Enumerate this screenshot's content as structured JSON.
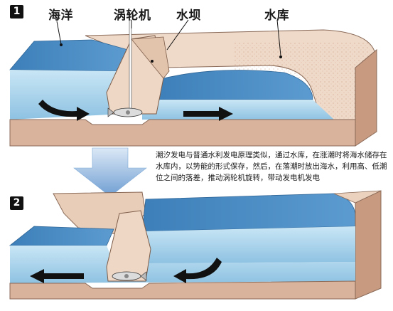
{
  "steps": [
    "1",
    "2"
  ],
  "labels": {
    "sea": "海洋",
    "turbine": "涡轮机",
    "dam": "水坝",
    "reservoir": "水库"
  },
  "caption": "潮汐发电与普通水利发电原理类似，通过水库，在涨潮时将海水储存在水库内，以势能的形式保存，然后，在落潮时放出海水，利用高、低潮位之间的落差，推动涡轮机旋转，带动发电机发电",
  "colors": {
    "water_surface": "#4f8fc6",
    "water_body": "#a9d4ec",
    "earth": "#d9b39b",
    "earth_dark": "#c89a80",
    "arrow_black": "#111111",
    "transition_arrow": "#7fa9d6"
  },
  "icons": [
    "flow-arrow-icon",
    "turbine-icon",
    "down-arrow-icon"
  ]
}
